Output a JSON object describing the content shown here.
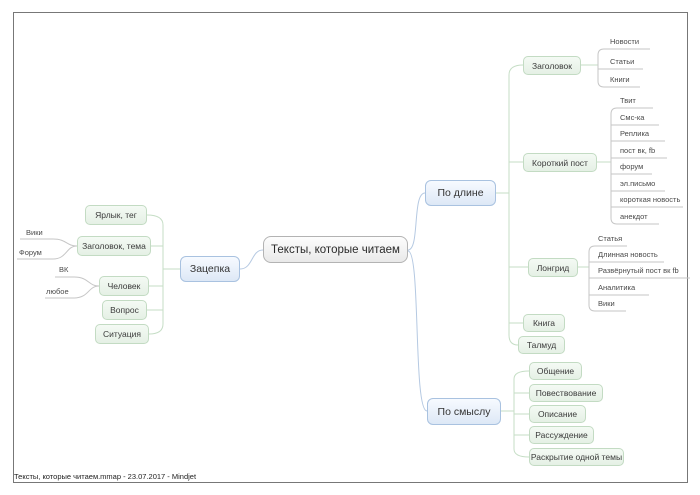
{
  "footer": {
    "text": "Тексты, которые читаем.mmap - 23.07.2017 - Mindjet"
  },
  "colors": {
    "branch_blue": "#b5c9e2",
    "branch_green": "#c6dec6",
    "leaf_line": "#c6c6c6",
    "topic_blue_fill": "#dde8f6",
    "topic_blue_border": "#a9c2e0",
    "topic_green_fill": "#e5f0e5",
    "topic_green_border": "#c3dbc3",
    "central_border": "#b3b3b3"
  },
  "map": {
    "root": {
      "label": "Тексты, которые читаем"
    },
    "branches": {
      "hook": {
        "label": "Зацепка",
        "children": [
          {
            "label": "Ярлык, тег"
          },
          {
            "label": "Заголовок, тема",
            "children": [
              {
                "label": "Вики"
              },
              {
                "label": "Форум"
              }
            ]
          },
          {
            "label": "Человек",
            "children": [
              {
                "label": "ВК"
              },
              {
                "label": "любое"
              }
            ]
          },
          {
            "label": "Вопрос"
          },
          {
            "label": "Ситуация"
          }
        ]
      },
      "by_length": {
        "label": "По длине",
        "children": [
          {
            "label": "Заголовок",
            "children": [
              {
                "label": "Новости"
              },
              {
                "label": "Статьи"
              },
              {
                "label": "Книги"
              }
            ]
          },
          {
            "label": "Короткий пост",
            "children": [
              {
                "label": "Твит"
              },
              {
                "label": "Смс-ка"
              },
              {
                "label": "Реплика"
              },
              {
                "label": "пост вк, fb"
              },
              {
                "label": "форум"
              },
              {
                "label": "эл.письмо"
              },
              {
                "label": "короткая новость"
              },
              {
                "label": "анекдот"
              }
            ]
          },
          {
            "label": "Лонгрид",
            "children": [
              {
                "label": "Статья"
              },
              {
                "label": "Длинная новость"
              },
              {
                "label": "Развёрнутый пост вк fb"
              },
              {
                "label": "Аналитика"
              },
              {
                "label": "Вики"
              }
            ]
          },
          {
            "label": "Книга"
          },
          {
            "label": "Талмуд"
          }
        ]
      },
      "by_meaning": {
        "label": "По смыслу",
        "children": [
          {
            "label": "Общение"
          },
          {
            "label": "Повествование"
          },
          {
            "label": "Описание"
          },
          {
            "label": "Рассуждение"
          },
          {
            "label": "Раскрытие одной темы"
          }
        ]
      }
    }
  }
}
